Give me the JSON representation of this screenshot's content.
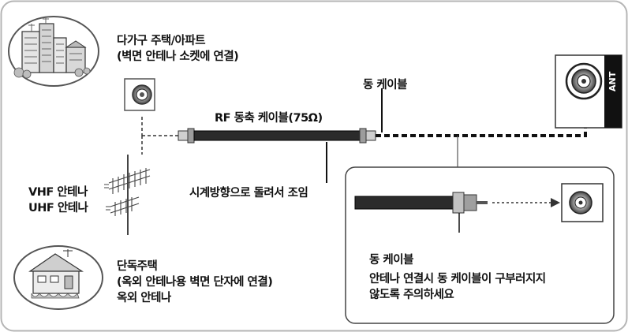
{
  "apartment": {
    "title": "다가구 주택/아파트",
    "subtitle": "(벽면 안테나 소켓에 연결)"
  },
  "coax_top": "동 케이블",
  "rf_cable": "RF 동축 케이블(75Ω)",
  "twist": "시계방향으로 돌려서 조임",
  "vhf": "VHF 안테나",
  "uhf": "UHF 안테나",
  "house": {
    "title": "단독주택",
    "subtitle": "(옥외 안테나용 벽면 단자에 연결)",
    "outdoor": "옥외 안테나"
  },
  "inset": {
    "title": "동 케이블",
    "note_line1": "안테나 연결시 동 케이블이 구부러지지",
    "note_line2": "않도록 주의하세요"
  },
  "tv_port_label": "ANT",
  "icons": [
    "apartment-icon",
    "wall-socket-icon",
    "coax-cable-icon",
    "antenna-icon",
    "house-icon",
    "tv-ant-port-icon",
    "arrow-up-icon"
  ]
}
